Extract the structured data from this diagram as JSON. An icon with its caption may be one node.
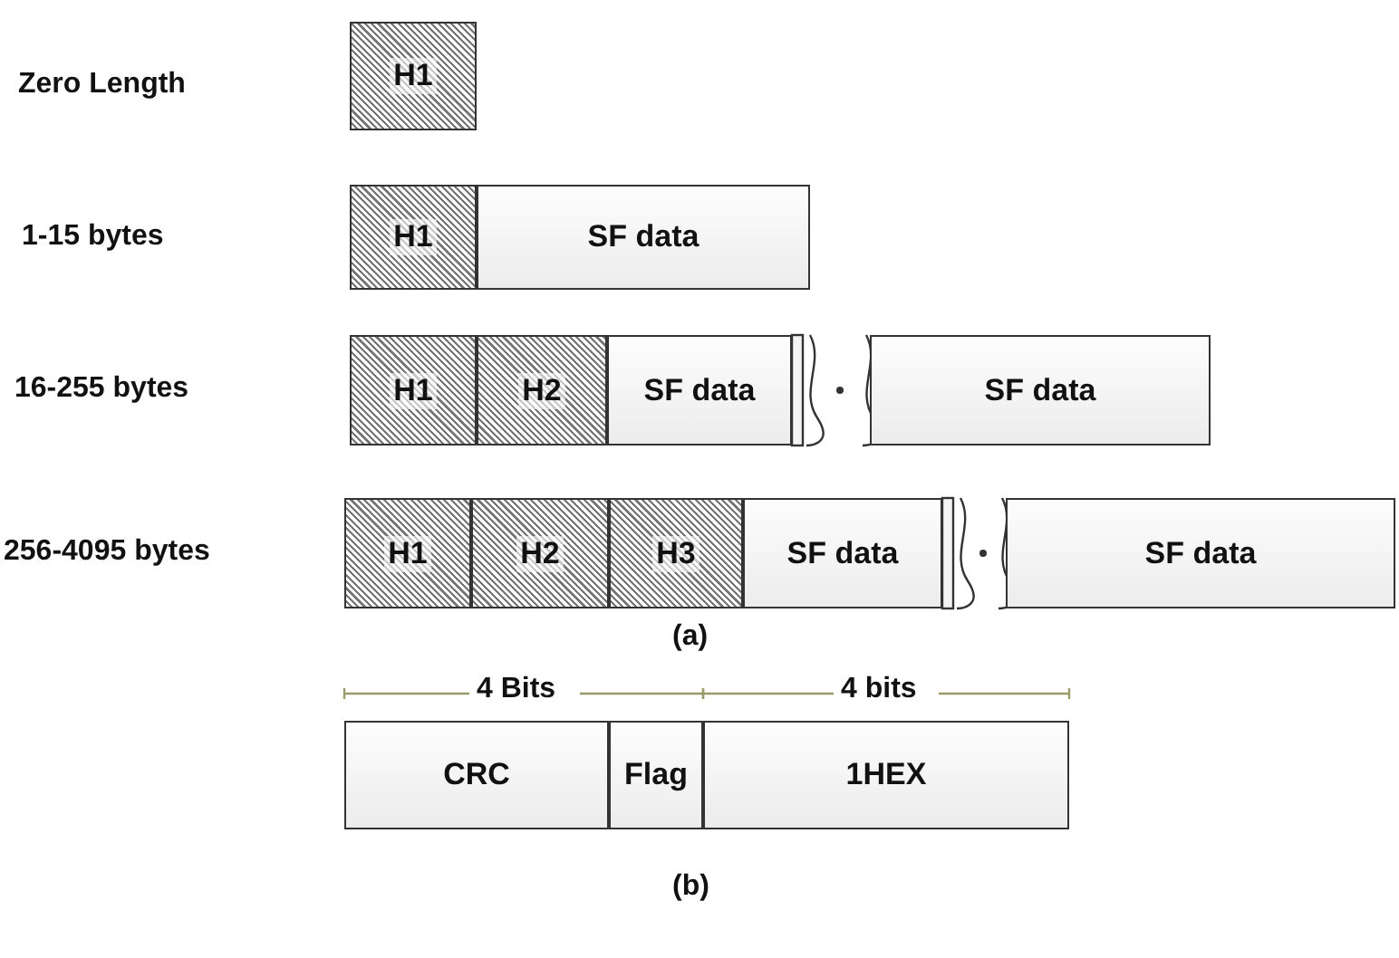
{
  "diagram": {
    "nodes": [
      {
        "text": [
          "H1"
        ]
      },
      {
        "text": [
          "H1"
        ]
      },
      {
        "text": [
          "SF data"
        ]
      },
      {
        "text": [
          "H1"
        ]
      },
      {
        "text": [
          "H2"
        ]
      },
      {
        "text": [
          "SF data"
        ]
      },
      {
        "text": [
          "SF data"
        ]
      },
      {
        "text": [
          "H1"
        ]
      },
      {
        "text": [
          "H2"
        ]
      },
      {
        "text": [
          "H3"
        ]
      },
      {
        "text": [
          "SF data"
        ]
      },
      {
        "text": [
          "SF data"
        ]
      },
      {
        "text": [
          "CRC"
        ]
      },
      {
        "text": [
          "Flag"
        ]
      },
      {
        "text": [
          "1HEX"
        ]
      }
    ],
    "labels": [
      "Zero Length",
      "1-15 bytes",
      "16-255 bytes",
      "256-4095 bytes",
      "(a)",
      "4 Bits",
      "4 bits",
      "(b)"
    ]
  }
}
